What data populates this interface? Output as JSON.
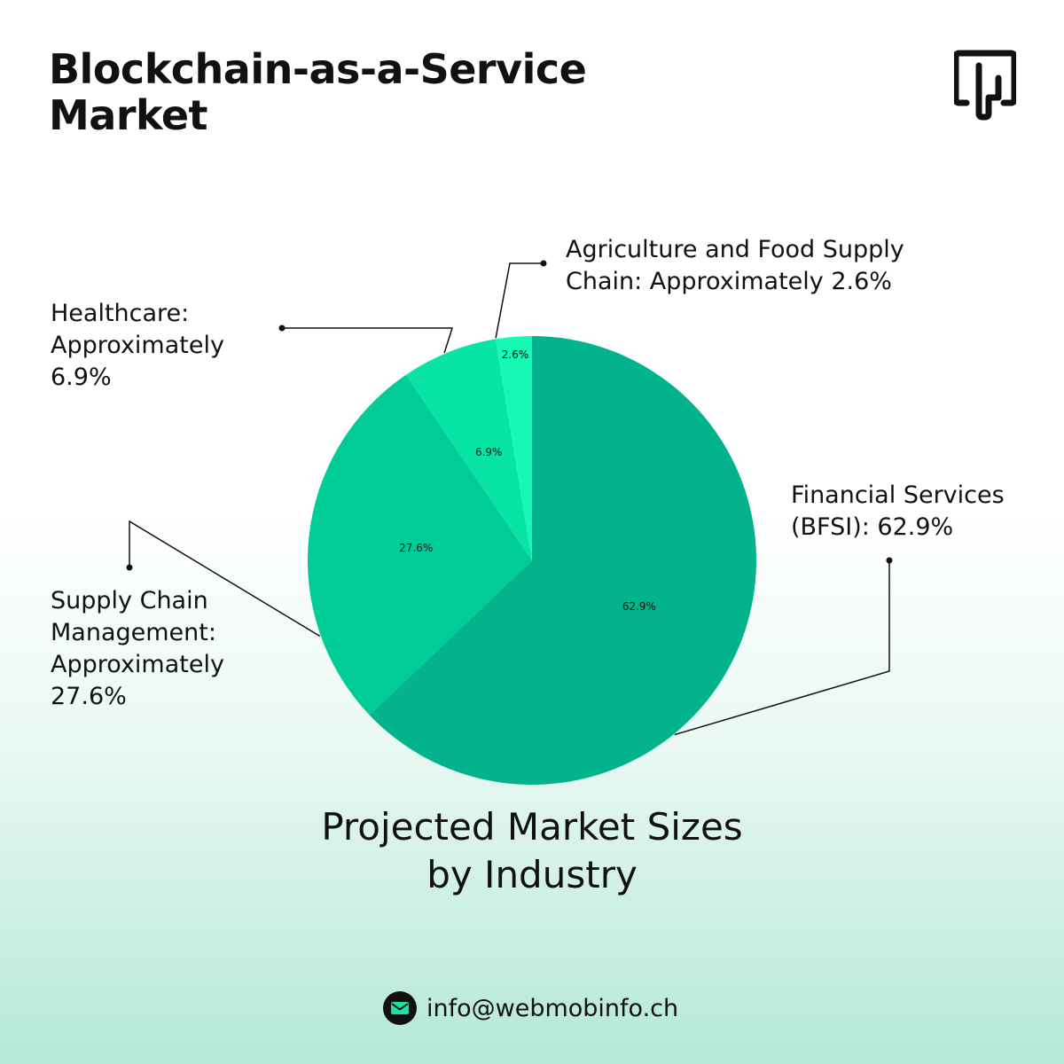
{
  "header": {
    "title_line1": "Blockchain-as-a-Service",
    "title_line2": "Market"
  },
  "brand": {
    "logo_icon": "webmob-logo-icon"
  },
  "chart_data": {
    "type": "pie",
    "title": "Projected Market Sizes by Industry",
    "title_lines": [
      "Projected Market Sizes",
      "by Industry"
    ],
    "slices": [
      {
        "value": 62.9,
        "data_label": "62.9%",
        "color": "#03b38b",
        "callout": [
          "Financial Services",
          "(BFSI): 62.9%"
        ]
      },
      {
        "value": 27.6,
        "data_label": "27.6%",
        "color": "#00cc98",
        "callout": [
          "Supply Chain",
          "Management:",
          "Approximately",
          "27.6%"
        ]
      },
      {
        "value": 6.9,
        "data_label": "6.9%",
        "color": "#08e4a6",
        "callout": [
          "Healthcare:",
          "Approximately",
          "6.9%"
        ]
      },
      {
        "value": 2.6,
        "data_label": "2.6%",
        "color": "#16f8b4",
        "callout": [
          "Agriculture and Food Supply",
          "Chain: Approximately 2.6%"
        ]
      }
    ],
    "start_angle_deg": 0,
    "direction": "clockwise"
  },
  "footer": {
    "icon": "mail-icon",
    "email": "info@webmobinfo.ch"
  }
}
